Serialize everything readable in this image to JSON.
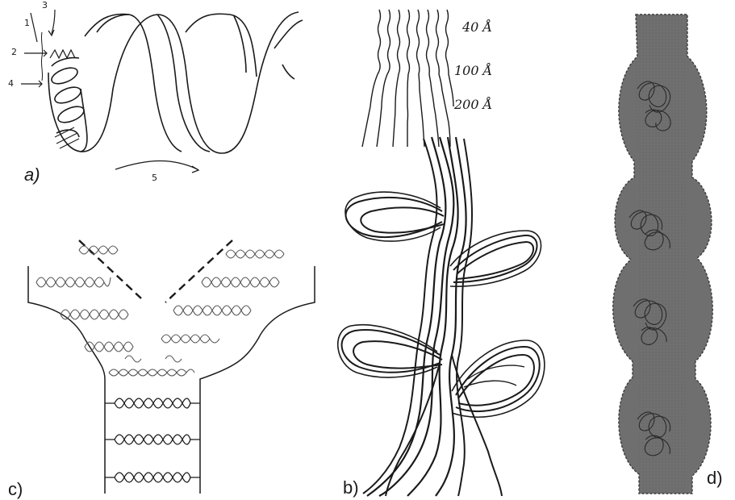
{
  "panels": {
    "a": {
      "label": "a)",
      "callouts": [
        "1",
        "2",
        "3",
        "4",
        "5"
      ]
    },
    "b": {
      "label": "b)",
      "scales": [
        "40 Å",
        "100 Å",
        "200 Å"
      ]
    },
    "c": {
      "label": "c)"
    },
    "d": {
      "label": "d)"
    }
  },
  "colors": {
    "ink": "#1a1a1a",
    "chromosome_fill": "#6f6f6f",
    "chromosome_dark": "#4a4a4a"
  }
}
